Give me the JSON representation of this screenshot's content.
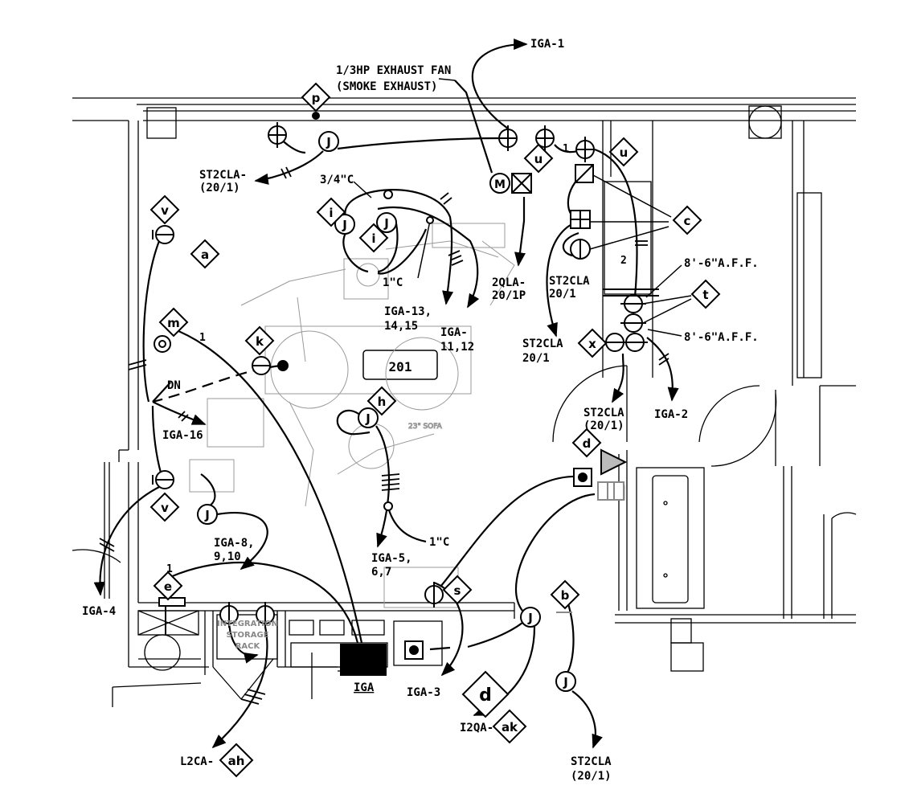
{
  "labels": {
    "igA1": "IGA-1",
    "fan1": "1/3HP EXHAUST FAN",
    "fan2": "(SMOKE EXHAUST)",
    "st2claTop1": "ST2CLA-",
    "st2claTop2": "(20/1)",
    "conduit34": "3/4\"C",
    "conduit1a": "1\"C",
    "conduit1b": "1\"C",
    "qla1": "2QLA-",
    "qla2": "20/1P",
    "st2claR1": "ST2CLA",
    "st2claR2": "20/1",
    "st2claM1": "ST2CLA",
    "st2claM2": "20/1",
    "affTop": "8'-6\"A.F.F.",
    "affBot": "8'-6\"A.F.F.",
    "iga13a": "IGA-13,",
    "iga13b": "14,15",
    "iga11a": "IGA-",
    "iga11b": "11,12",
    "room": "201",
    "st2claC1": "ST2CLA",
    "st2claC2": "(20/1)",
    "iga2": "IGA-2",
    "dn": "DN",
    "iga16": "IGA-16",
    "iga8a": "IGA-8,",
    "iga8b": "9,10",
    "iga5a": "IGA-5,",
    "iga5b": "6,7",
    "iga4": "IGA-4",
    "iga3": "IGA-3",
    "igaPanel": "IGA",
    "qa": "I2QA-",
    "l2ca": "L2CA-",
    "st2claB1": "ST2CLA",
    "st2claB2": "(20/1)",
    "storage1": "INTEGRATION",
    "storage2": "STORAGE",
    "storage3": "RACK",
    "num1a": "1",
    "num1b": "1",
    "num1c": "1",
    "num2": "2",
    "sofa": "23\" SOFA"
  },
  "tags": {
    "p": "p",
    "u1": "u",
    "u2": "u",
    "c": "c",
    "v1": "v",
    "v2": "v",
    "a": "a",
    "m": "m",
    "k": "k",
    "h": "h",
    "t": "t",
    "x": "x",
    "d": "d",
    "e": "e",
    "s": "s",
    "b": "b",
    "ak": "ak",
    "ah": "ah"
  },
  "circles": {
    "j1": "J",
    "j2": "J",
    "j3": "J",
    "j4": "J",
    "j5": "J",
    "j6": "J",
    "j7": "J",
    "i1": "i",
    "i2": "i",
    "motor": "M",
    "dlarge": "d"
  }
}
